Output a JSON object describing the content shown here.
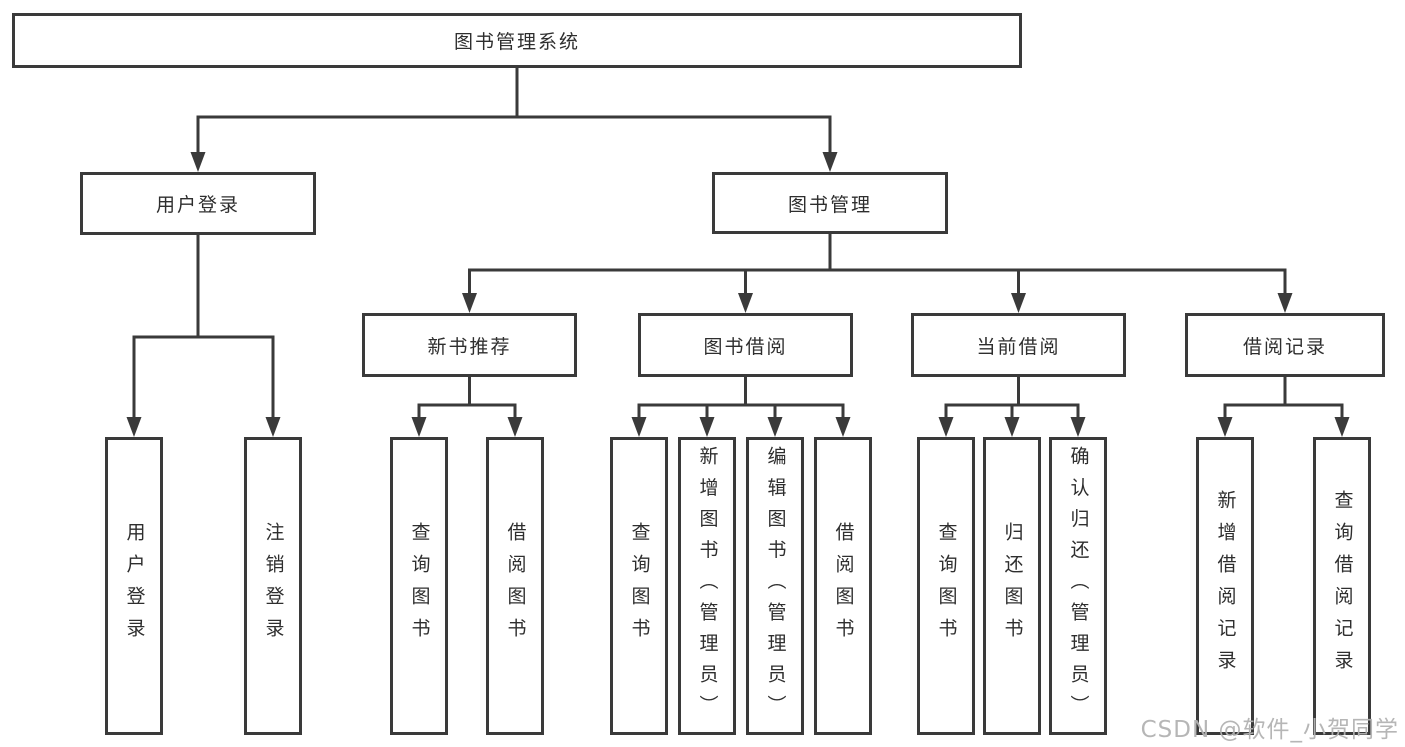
{
  "colors": {
    "line": "#3a3a3a",
    "text": "#2e2e2e",
    "box_fill": "#ffffff",
    "watermark": "#b2b2b2",
    "background": "#ffffff"
  },
  "watermark": "CSDN @软件_小贺同学",
  "nodes": {
    "root": {
      "label": "图书管理系统"
    },
    "user_login": {
      "label": "用户登录"
    },
    "book_mgmt": {
      "label": "图书管理"
    },
    "new_book": {
      "label": "新书推荐"
    },
    "book_borrow": {
      "label": "图书借阅"
    },
    "current_borrow": {
      "label": "当前借阅"
    },
    "borrow_record": {
      "label": "借阅记录"
    },
    "leaf_user_login": {
      "label": "用户登录"
    },
    "leaf_logout": {
      "label": "注销登录"
    },
    "leaf_nb_query": {
      "label": "查询图书"
    },
    "leaf_nb_borrow": {
      "label": "借阅图书"
    },
    "leaf_bb_query": {
      "label": "查询图书"
    },
    "leaf_bb_add": {
      "label": "新增图书（管理员）"
    },
    "leaf_bb_edit": {
      "label": "编辑图书（管理员）"
    },
    "leaf_bb_borrow": {
      "label": "借阅图书"
    },
    "leaf_cb_query": {
      "label": "查询图书"
    },
    "leaf_cb_return": {
      "label": "归还图书"
    },
    "leaf_cb_confirm": {
      "label": "确认归还（管理员）"
    },
    "leaf_br_add": {
      "label": "新增借阅记录"
    },
    "leaf_br_query": {
      "label": "查询借阅记录"
    }
  }
}
